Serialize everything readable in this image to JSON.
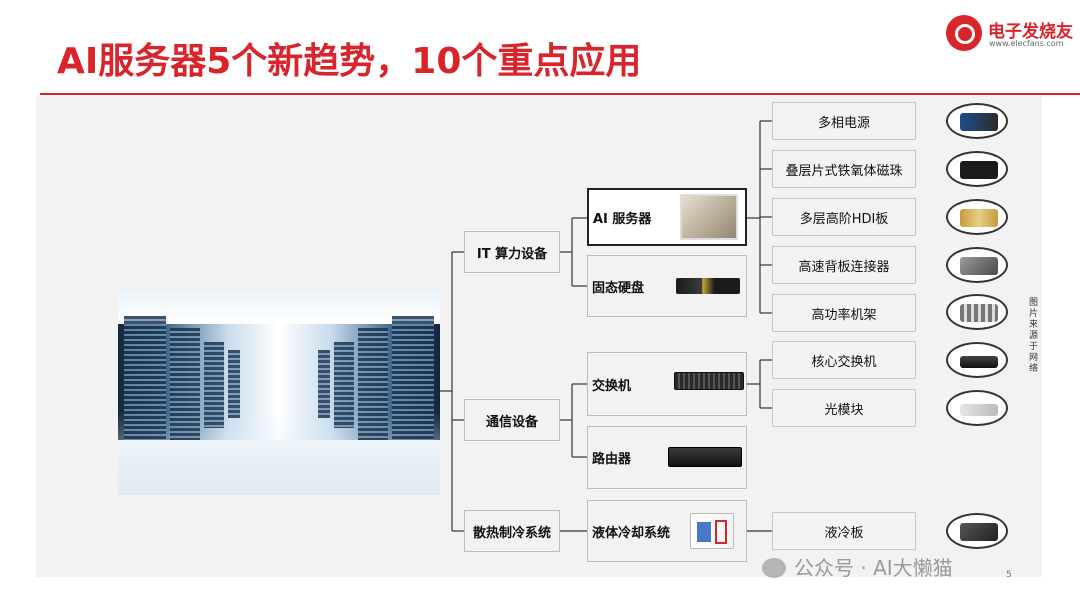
{
  "title": "AI服务器5个新趋势，10个重点应用",
  "logo": {
    "name": "电子发烧友",
    "url": "www.elecfans.com"
  },
  "diagram": {
    "level1": [
      {
        "id": "it",
        "label": "IT 算力设备"
      },
      {
        "id": "comm",
        "label": "通信设备"
      },
      {
        "id": "cool",
        "label": "散热制冷系统"
      }
    ],
    "level2": [
      {
        "id": "ai_server",
        "label": "AI 服务器",
        "parent": "it",
        "selected": true
      },
      {
        "id": "ssd",
        "label": "固态硬盘",
        "parent": "it"
      },
      {
        "id": "switch",
        "label": "交换机",
        "parent": "comm"
      },
      {
        "id": "router",
        "label": "路由器",
        "parent": "comm"
      },
      {
        "id": "liquid",
        "label": "液体冷却系统",
        "parent": "cool"
      }
    ],
    "level3": [
      {
        "id": "power",
        "label": "多相电源",
        "parent": "ai_server"
      },
      {
        "id": "ferrite",
        "label": "叠层片式铁氧体磁珠",
        "parent": "ai_server"
      },
      {
        "id": "hdi",
        "label": "多层高阶HDI板",
        "parent": "ai_server"
      },
      {
        "id": "backplane",
        "label": "高速背板连接器",
        "parent": "ai_server"
      },
      {
        "id": "rack",
        "label": "高功率机架",
        "parent": "ai_server"
      },
      {
        "id": "core_switch",
        "label": "核心交换机",
        "parent": "switch"
      },
      {
        "id": "optical",
        "label": "光模块",
        "parent": "switch"
      },
      {
        "id": "coldplate",
        "label": "液冷板",
        "parent": "liquid"
      }
    ]
  },
  "source_note": "图片来源于网络",
  "watermark": "公众号 · AI大懒猫",
  "page_number": "5",
  "colors": {
    "brand_red": "#d8242a",
    "panel_bg": "#f2f2f2",
    "line": "#333333"
  }
}
